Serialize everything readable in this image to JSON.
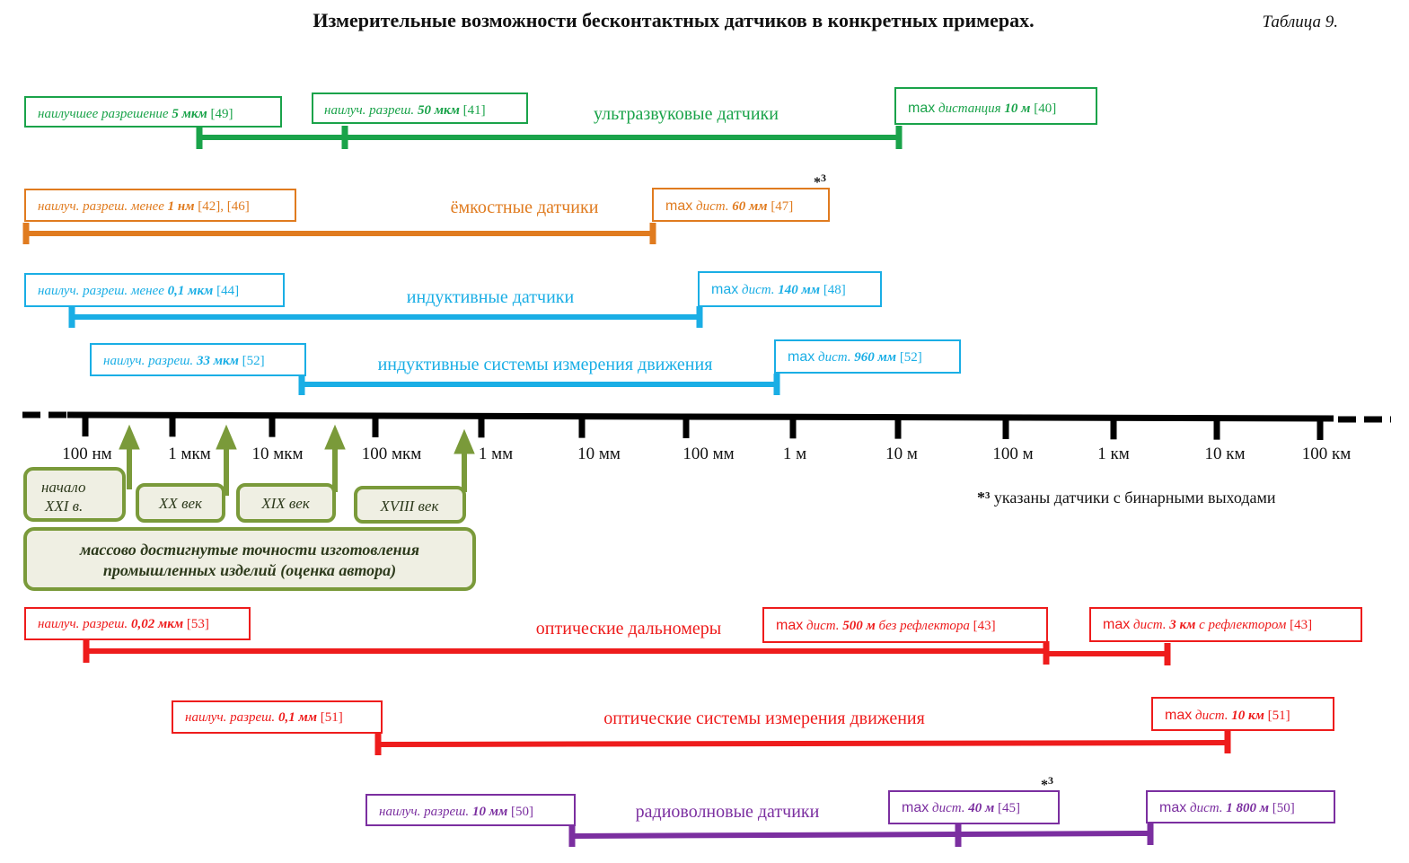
{
  "title": "Измерительные  возможности  бесконтактных  датчиков в конкретных примерах.",
  "table_label": "Таблица 9.",
  "axis_ticks": [
    "100 нм",
    "1 мкм",
    "10 мкм",
    "100 мкм",
    "1 мм",
    "10 мм",
    "100 мм",
    "1 м",
    "10 м",
    "100 м",
    "1 км",
    "10 км",
    "100 км"
  ],
  "colors": {
    "ultrasonic": "#1aa34a",
    "capacitive": "#e07b1f",
    "inductive": "#1aaee5",
    "optical": "#ee1c1c",
    "radio": "#7b2fa0",
    "era": "#7a9a3a",
    "era_fill": "#efefe3"
  },
  "sensors": {
    "ultrasonic": {
      "name": "ультразвуковые датчики",
      "res1": {
        "pre": "наилучшее разрешение ",
        "value": "5 мкм",
        "ref": " [49]"
      },
      "res2": {
        "pre": "наилуч. разреш. ",
        "value": "50 мкм",
        "ref": " [41]"
      },
      "max": {
        "max": "max",
        "pre": " дистанция ",
        "value": "10 м",
        "ref": " [40]"
      }
    },
    "capacitive": {
      "name": "ёмкостные датчики",
      "res": {
        "pre": "наилуч. разреш. менее ",
        "value": "1 нм",
        "ref": " [42], [46]"
      },
      "max": {
        "max": "max",
        "pre": " дист. ",
        "value": "60 мм",
        "ref": " [47]"
      },
      "star": "*",
      "star_num": "3"
    },
    "inductive": {
      "name": "индуктивные датчики",
      "res": {
        "pre": "наилуч. разреш. менее ",
        "value": "0,1 мкм",
        "ref": " [44]"
      },
      "max": {
        "max": "max",
        "pre": " дист. ",
        "value": "140 мм",
        "ref": " [48]"
      }
    },
    "inductive_motion": {
      "name": "индуктивные системы измерения движения",
      "res": {
        "pre": "наилуч. разреш. ",
        "value": "33 мкм",
        "ref": " [52]"
      },
      "max": {
        "max": "max",
        "pre": " дист. ",
        "value": "960 мм",
        "ref": " [52]"
      }
    },
    "optical_range": {
      "name": "оптические дальномеры",
      "res": {
        "pre": "наилуч. разреш. ",
        "value": "0,02 мкм",
        "ref": " [53]"
      },
      "max1": {
        "max": "max",
        "pre": " дист. ",
        "value": "500 м",
        "post": " без рефлектора",
        "ref": " [43]"
      },
      "max2": {
        "max": "max",
        "pre": " дист. ",
        "value": "3 км",
        "post": " с рефлектором",
        "ref": " [43]"
      }
    },
    "optical_motion": {
      "name": "оптические системы измерения движения",
      "res": {
        "pre": "наилуч. разреш. ",
        "value": "0,1 мм",
        "ref": " [51]"
      },
      "max": {
        "max": "max",
        "pre": " дист. ",
        "value": "10 км",
        "ref": "  [51]"
      }
    },
    "radio": {
      "name": "радиоволновые датчики",
      "res": {
        "pre": "наилуч. разреш.  ",
        "value": "10 мм",
        "ref": " [50]"
      },
      "max1": {
        "max": "max",
        "pre": " дист. ",
        "value": "40 м",
        "ref": "  [45]"
      },
      "max2": {
        "max": "max",
        "pre": " дист. ",
        "value": "1 800 м",
        "ref": "  [50]"
      },
      "star": "*",
      "star_num": "3"
    }
  },
  "eras": {
    "xxi_line1": "начало",
    "xxi_line2": "XXI в.",
    "xx": "XX век",
    "xix": "XIX век",
    "xviii": "XVIII век",
    "caption_line1": "массово достигнутые точности изготовления",
    "caption_line2": "промышленных изделий (оценка автора)"
  },
  "footnote": {
    "star": "*³",
    "text": " указаны датчики с бинарными выходами"
  }
}
